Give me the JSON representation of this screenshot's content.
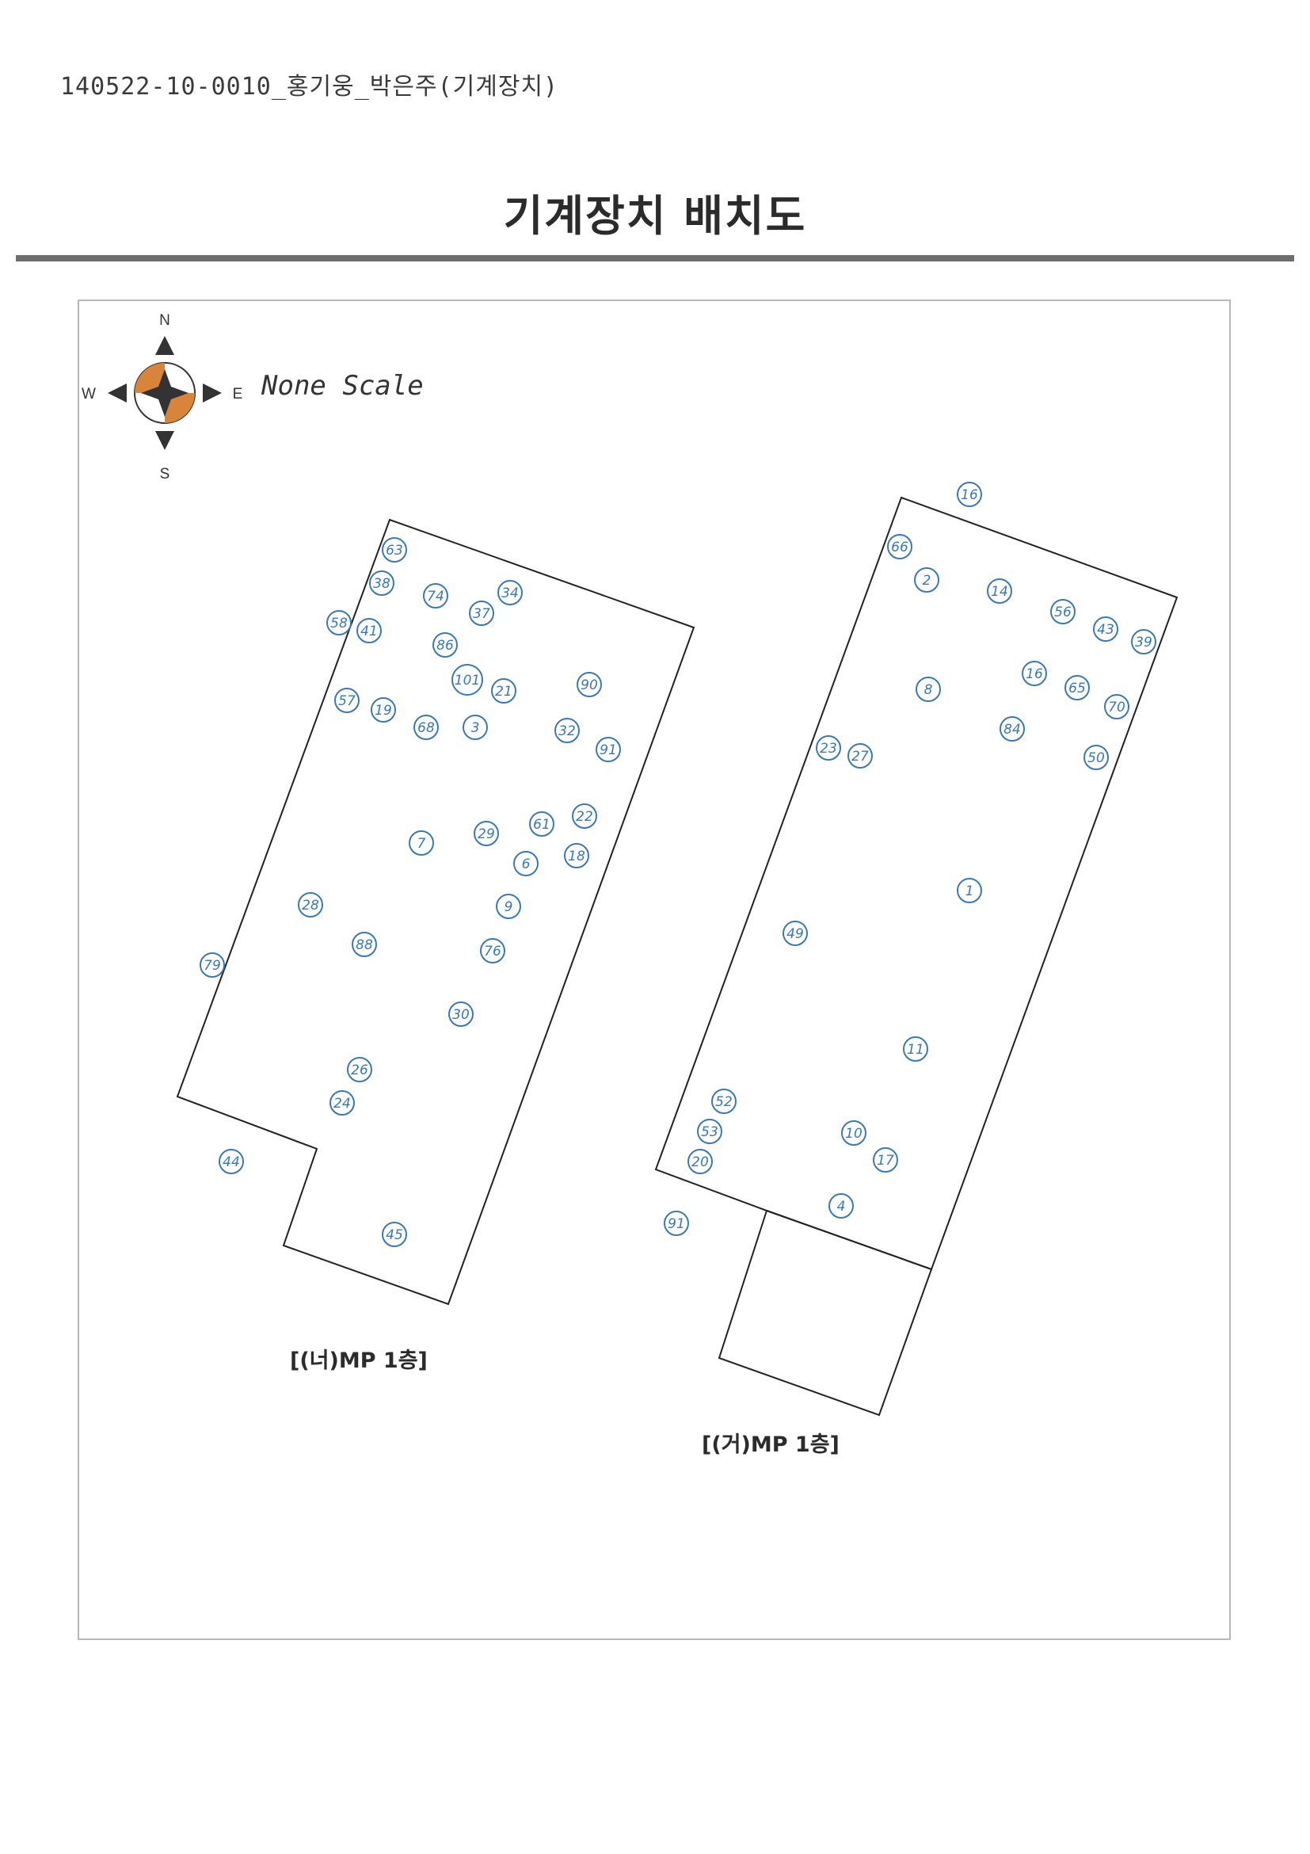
{
  "header": {
    "doc_id": "140522-10-0010_홍기웅_박은주(기계장치)",
    "title": "기계장치 배치도"
  },
  "compass": {
    "north": "N",
    "south": "S",
    "east": "E",
    "west": "W",
    "scale_text": "None Scale",
    "accent_color": "#d8843a"
  },
  "buildings": [
    {
      "label": "[(너)MP 1층]",
      "markers": [
        "63",
        "38",
        "74",
        "37",
        "34",
        "58",
        "41",
        "86",
        "101",
        "21",
        "90",
        "57",
        "19",
        "68",
        "3",
        "32",
        "91",
        "61",
        "22",
        "7",
        "29",
        "6",
        "18",
        "28",
        "9",
        "88",
        "76",
        "79",
        "30",
        "26",
        "24",
        "44",
        "45"
      ]
    },
    {
      "label": "[(거)MP 1층]",
      "markers": [
        "16",
        "66",
        "2",
        "14",
        "56",
        "43",
        "39",
        "8",
        "16",
        "65",
        "70",
        "84",
        "23",
        "27",
        "50",
        "1",
        "49",
        "11",
        "52",
        "53",
        "10",
        "17",
        "20",
        "4",
        "91"
      ]
    }
  ],
  "colors": {
    "marker": "#3a78b5",
    "outline": "#222222",
    "frame": "#b8b8b8"
  }
}
